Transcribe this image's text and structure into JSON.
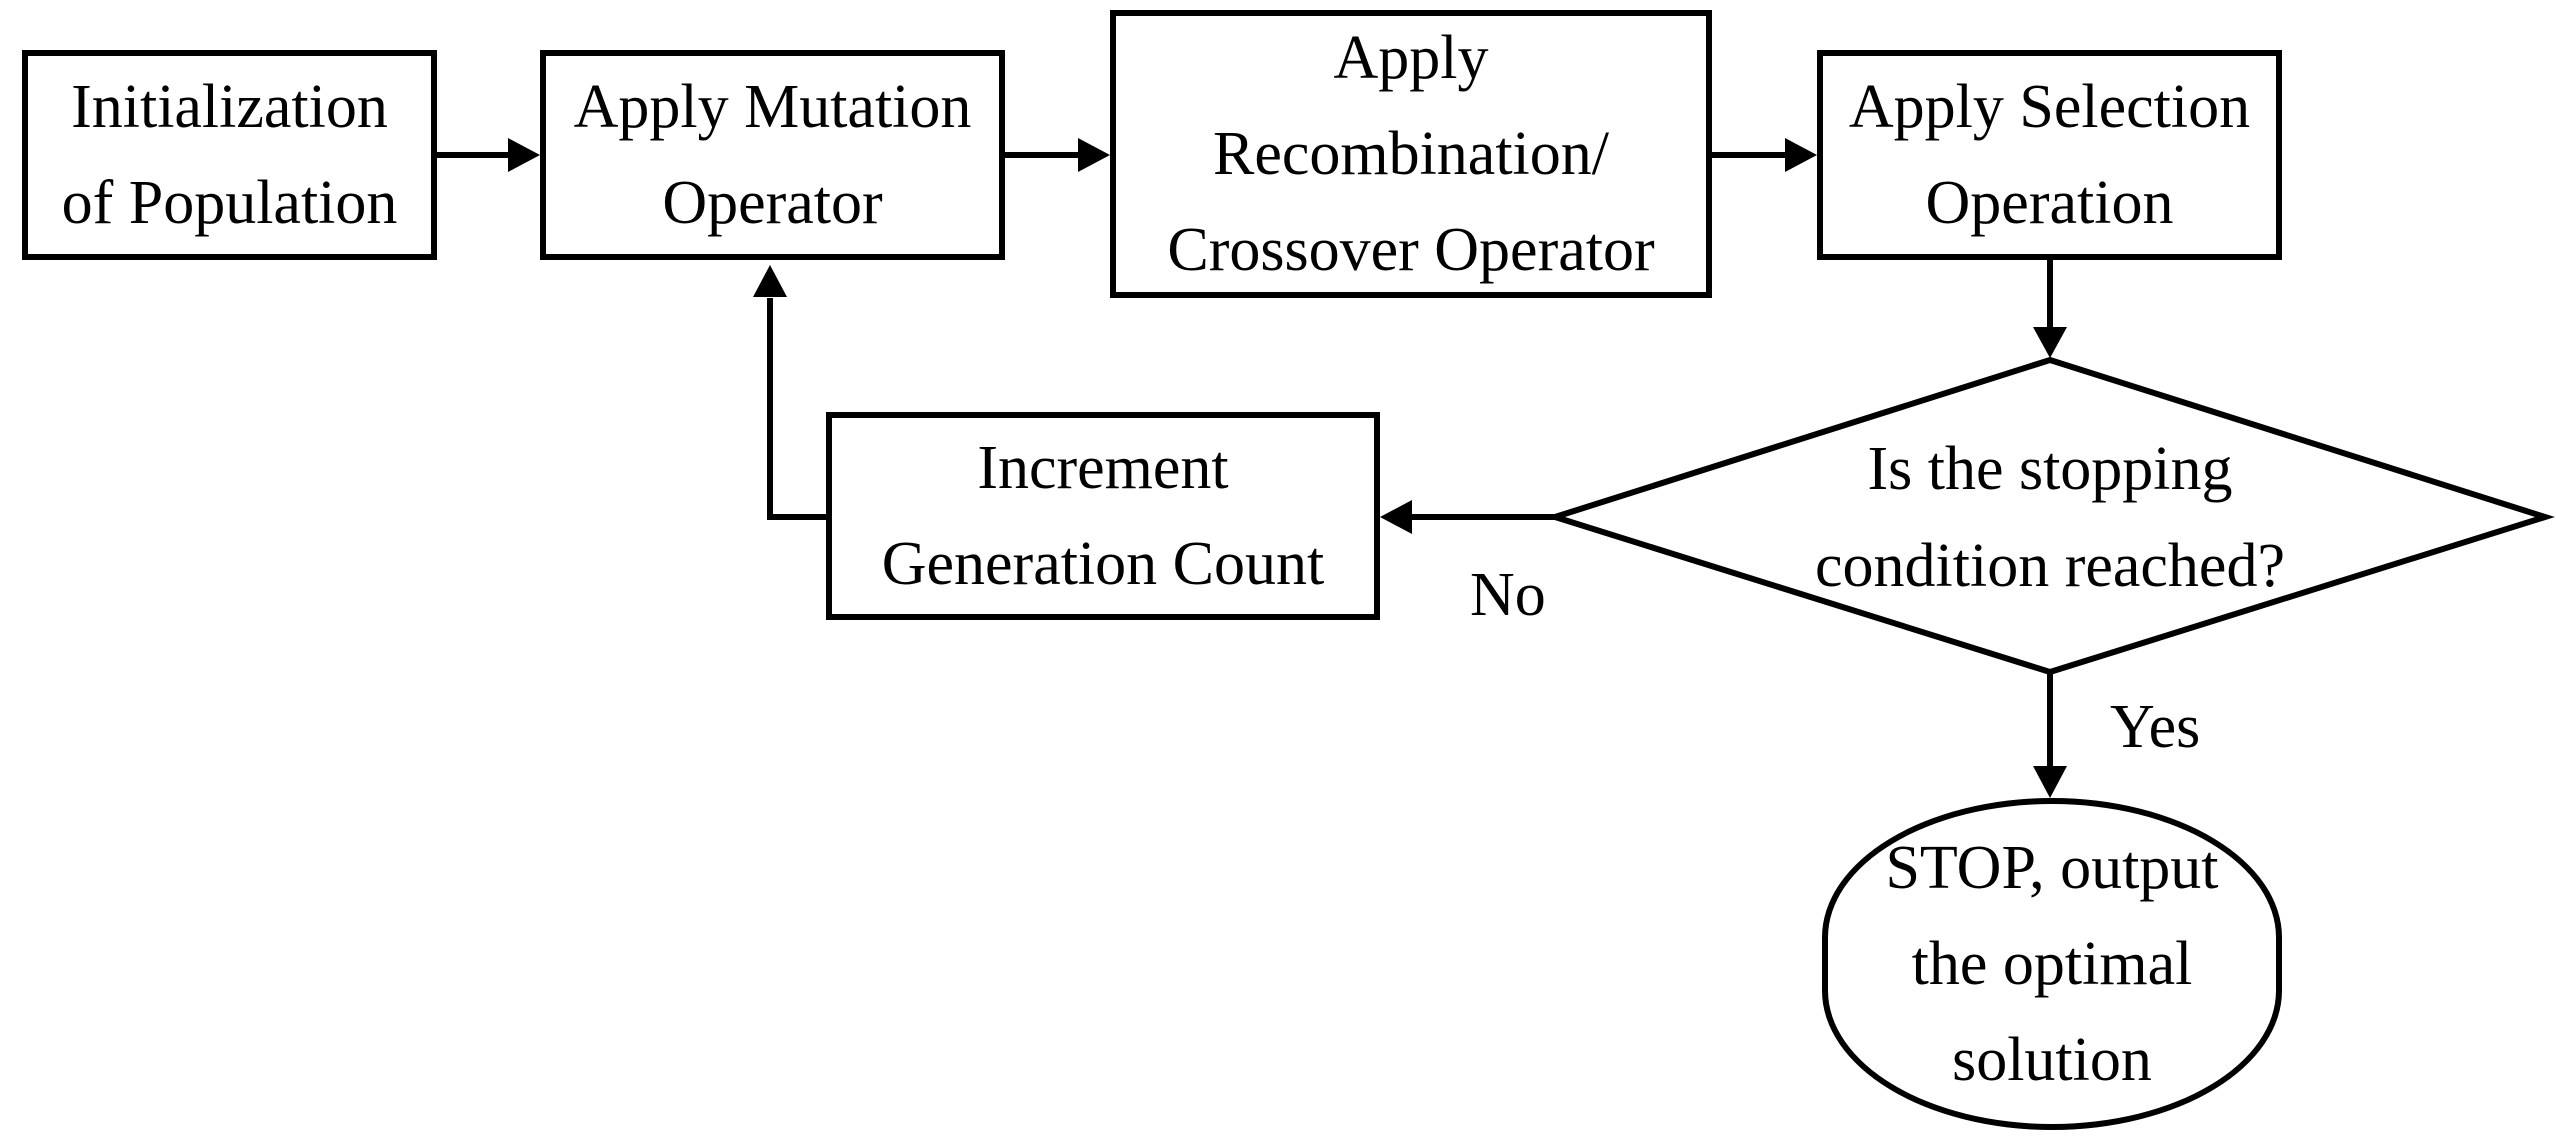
{
  "nodes": {
    "init": {
      "lines": [
        "Initialization",
        "of Population"
      ]
    },
    "mutation": {
      "lines": [
        "Apply Mutation",
        "Operator"
      ]
    },
    "recombination": {
      "lines": [
        "Apply",
        "Recombination/",
        "Crossover Operator"
      ]
    },
    "selection": {
      "lines": [
        "Apply Selection",
        "Operation"
      ]
    },
    "decision": {
      "lines": [
        "Is the stopping",
        "condition reached?"
      ]
    },
    "increment": {
      "lines": [
        "Increment",
        "Generation Count"
      ]
    },
    "stop": {
      "lines": [
        "STOP, output",
        "the optimal",
        "solution"
      ]
    }
  },
  "edges": {
    "no_label": "No",
    "yes_label": "Yes"
  },
  "colors": {
    "stroke": "#000000",
    "background": "#ffffff"
  }
}
